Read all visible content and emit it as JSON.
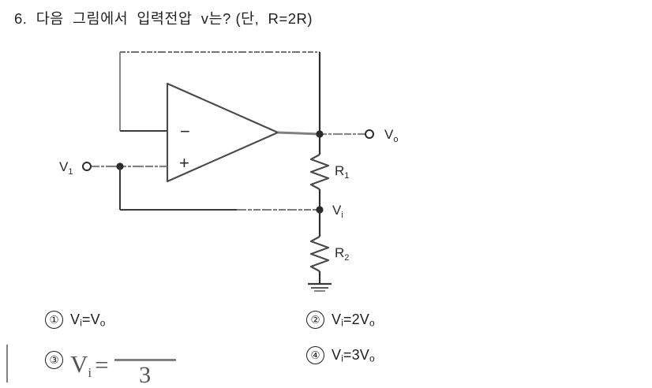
{
  "question": {
    "number": "6.",
    "text": "6.  다음  그림에서  입력전압  v는? (단,  R=2R)"
  },
  "figure": {
    "name": "op-amp-noninverting-amplifier",
    "labels": {
      "input": "V",
      "input_sub": "1",
      "output": "V",
      "output_sub": "o",
      "feedback_node": "V",
      "feedback_node_sub": "i",
      "resistor1": "R",
      "resistor1_sub": "1",
      "resistor2": "R",
      "resistor2_sub": "2",
      "inverting_sign": "−",
      "noninverting_sign": "+"
    },
    "icons": {
      "opamp": "triangle-opamp-icon",
      "resistor": "zigzag-resistor-icon",
      "ground": "ground-icon",
      "terminal": "open-terminal-icon",
      "junction": "junction-dot-icon"
    }
  },
  "choices": [
    {
      "marker": "①",
      "text_html": "V<sub>i</sub>=V<sub>o</sub>",
      "plain": "Vi=Vo"
    },
    {
      "marker": "②",
      "text_html": "V<sub>i</sub>=2V<sub>o</sub>",
      "plain": "Vi=2Vo"
    },
    {
      "marker": "③",
      "lhs": "V",
      "lhs_sub": "i",
      "eq": "=",
      "numerator": "",
      "denominator": "3",
      "plain": "Vi = /3"
    },
    {
      "marker": "④",
      "text_html": "V<sub>i</sub>=3V<sub>o</sub>",
      "plain": "Vi=3Vo"
    }
  ],
  "colors": {
    "background": "#ffffff",
    "ink": "#1e1e1e",
    "wire": "#3a3a3a",
    "faded_wire": "#8a8a8a"
  }
}
